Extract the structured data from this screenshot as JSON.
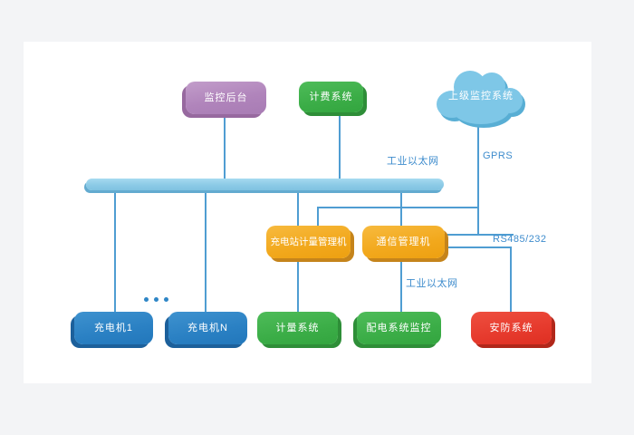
{
  "diagram": {
    "nodes": {
      "monitor_backend": {
        "label": "监控后台",
        "color": "#b084bb"
      },
      "billing_system": {
        "label": "计费系统",
        "color": "#3bad47"
      },
      "upper_monitor_cloud": {
        "label": "上级监控系统",
        "color": "#7ec7e7"
      },
      "charging_metering_mgr": {
        "label": "充电站计量管理机",
        "color": "#f2a81c"
      },
      "comm_manager": {
        "label": "通信管理机",
        "color": "#f2a81c"
      },
      "charger_1": {
        "label": "充电机1",
        "color": "#2a80c3"
      },
      "charger_n": {
        "label": "充电机N",
        "color": "#2a80c3"
      },
      "metering_system": {
        "label": "计量系统",
        "color": "#3bad47"
      },
      "distribution_monitor": {
        "label": "配电系统监控",
        "color": "#3bad47"
      },
      "security_system": {
        "label": "安防系统",
        "color": "#e63a2d"
      }
    },
    "edge_labels": {
      "industrial_ethernet_top": "工业以太网",
      "gprs": "GPRS",
      "rs485_232": "RS485/232",
      "industrial_ethernet_mid": "工业以太网"
    },
    "colors": {
      "line": "#4f9dd2",
      "edge_label_text": "#3e8ccd",
      "bus_fill": "#8ccae6",
      "panel_background": "#ffffff",
      "outer_background": "#f3f4f6"
    }
  }
}
